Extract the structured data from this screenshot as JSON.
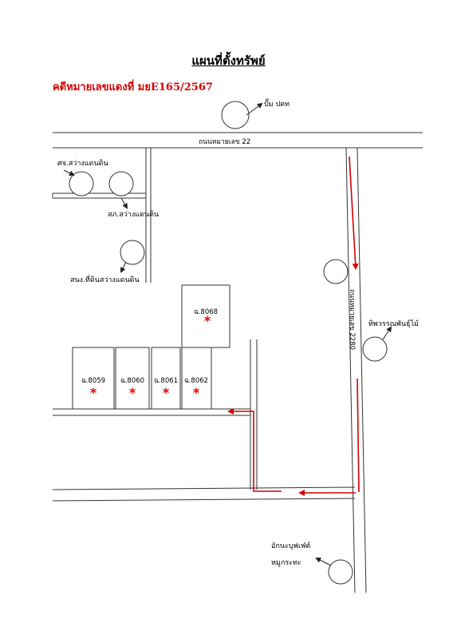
{
  "header": {
    "title": "แผนที่ตั้งทรัพย์",
    "case_number": "คดีหมายเลขแดงที่ มยE165/2567"
  },
  "roads": {
    "top": "ถนนหมายเลข 22",
    "right": "ถนนหมายเลข 2280"
  },
  "landmarks": {
    "gas_station": "ปั๊ม ปตท",
    "land_office_center": "ศจ.สว่างแดนดิน",
    "police_station": "สภ.สว่างแดนดิน",
    "land_office": "สนง.ที่ดินสว่างแดนดิน",
    "plant_shop": "ทิพวรรณพันธุ์ไม้",
    "flower_shop_line1": "อักนะบุฟเฟ่ต์",
    "flower_shop_line2": "หมูกระทะ"
  },
  "parcels": {
    "p8068": "ฉ.8068",
    "p8059": "ฉ.8059",
    "p8060": "ฉ.8060",
    "p8061": "ฉ.8061",
    "p8062": "ฉ.8062"
  },
  "marker_symbol": "*",
  "colors": {
    "route": "#d40000",
    "lines": "#333333",
    "case_text": "#d40000"
  }
}
